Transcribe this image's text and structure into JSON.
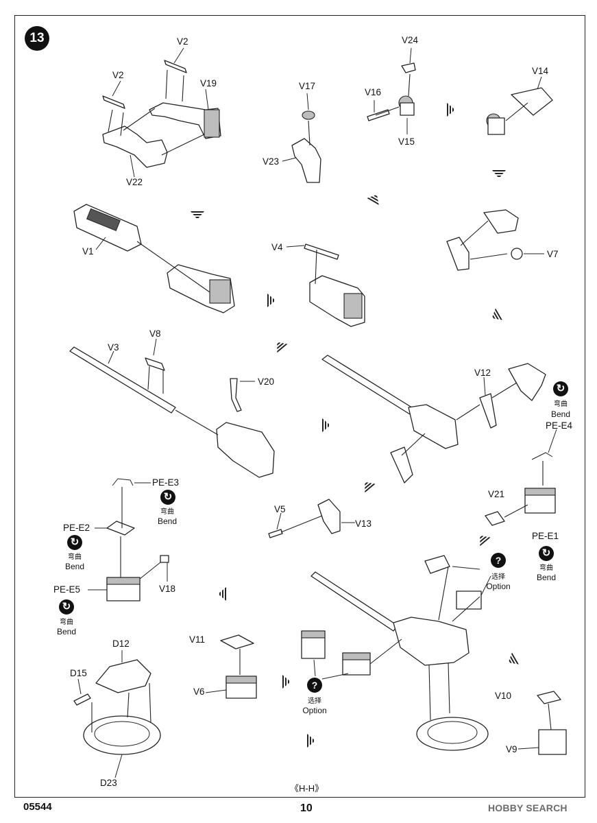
{
  "page": {
    "step_number": "13",
    "page_number": "10",
    "product_code": "05544",
    "section_tag": "《H-H》",
    "watermark": "HOBBY SEARCH"
  },
  "part_labels": {
    "V2a": "V2",
    "V2b": "V2",
    "V19": "V19",
    "V22": "V22",
    "V17": "V17",
    "V23": "V23",
    "V24": "V24",
    "V16": "V16",
    "V15": "V15",
    "V14": "V14",
    "V1": "V1",
    "V4": "V4",
    "V7": "V7",
    "V3": "V3",
    "V8": "V8",
    "V20": "V20",
    "V12": "V12",
    "PEE4": "PE-E4",
    "PEE3": "PE-E3",
    "V5": "V5",
    "V13": "V13",
    "V21": "V21",
    "PEE1": "PE-E1",
    "PEE2": "PE-E2",
    "PEE5": "PE-E5",
    "V18": "V18",
    "V11": "V11",
    "V6": "V6",
    "D12": "D12",
    "D15": "D15",
    "D23": "D23",
    "V10": "V10",
    "V9": "V9"
  },
  "notes": {
    "bend_cn": "弯曲",
    "bend_en": "Bend",
    "option_cn": "选择",
    "option_en": "Option",
    "bend_symbol": "↻",
    "option_symbol": "?"
  },
  "icons": [
    "bend-icon",
    "option-icon",
    "direction-arrow-icon"
  ]
}
